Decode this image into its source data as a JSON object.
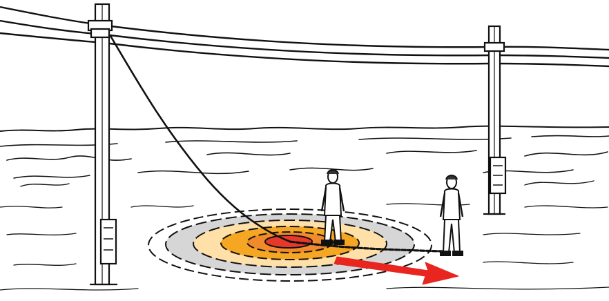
{
  "scene": {
    "description_free": true,
    "colors": {
      "background": "#ffffff",
      "ink": "#111111",
      "zone_outer": "#d6d6d6",
      "zone_mid": "#ffe0a8",
      "zone_orange": "#f5a623",
      "zone_core": "#e8382b",
      "arrow": "#e8251f"
    },
    "elements": [
      "power-pole-left",
      "power-pole-right",
      "overhead-wires",
      "downed-wire",
      "snowy-ground",
      "ground-potential-zones",
      "person-near",
      "person-far",
      "escape-arrow"
    ]
  }
}
